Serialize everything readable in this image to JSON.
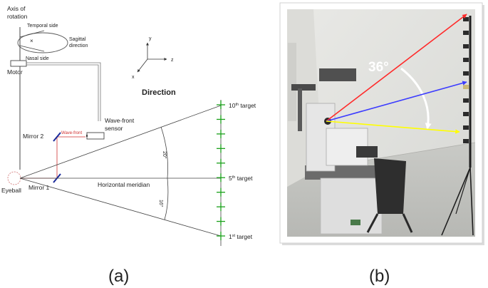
{
  "panel_a": {
    "label": "(a)",
    "axis_of_rotation": [
      "Axis of",
      "rotation"
    ],
    "temporal_side": "Temporal side",
    "sagittal_direction": [
      "Sagittal",
      "direction"
    ],
    "nasal_side": "Nasal side",
    "motor": "Motor",
    "axes": {
      "y": "y",
      "z": "z",
      "x": "x"
    },
    "direction": "Direction",
    "wavefront_sensor": [
      "Wave-front",
      "sensor"
    ],
    "mirror2": "Mirror 2",
    "wavefront": "Wave-front",
    "mirror1": "Mirror 1",
    "eyeball": "Eyeball",
    "horizontal_meridian": "Horizontal meridian",
    "angle_upper": "20°",
    "angle_lower": "16°",
    "target_10": {
      "num": "10",
      "sup": "th",
      "text": " target"
    },
    "target_5": {
      "num": "5",
      "sup": "th",
      "text": " target"
    },
    "target_1": {
      "num": "1",
      "sup": "st",
      "text": " target"
    },
    "target_count": 10
  },
  "panel_b": {
    "label": "(b)",
    "angle": "36°",
    "colors": {
      "red": "#ff2a2a",
      "blue": "#3b3bff",
      "yellow": "#ffff00"
    }
  }
}
